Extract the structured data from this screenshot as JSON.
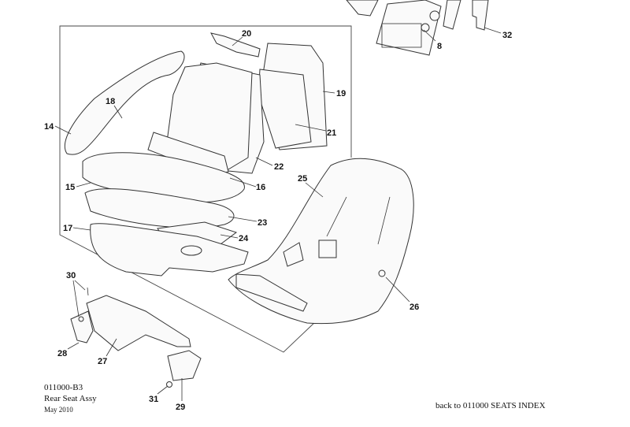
{
  "diagram": {
    "callouts": [
      "20",
      "19",
      "21",
      "22",
      "18",
      "14",
      "15",
      "16",
      "25",
      "23",
      "17",
      "24",
      "30",
      "26",
      "28",
      "27",
      "31",
      "29",
      "8",
      "32"
    ]
  },
  "info": {
    "code": "011000-B3",
    "title": "Rear Seat Assy",
    "date": "May 2010"
  },
  "nav": {
    "back_link": "back to 011000 SEATS INDEX"
  }
}
